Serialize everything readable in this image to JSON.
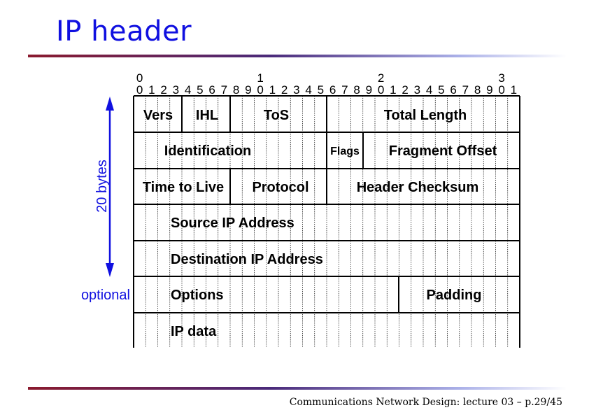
{
  "slide": {
    "title": "IP header",
    "footer": "Communications Network Design: lecture 03 – p.29/45",
    "title_color": "#1010e0",
    "rule_colors": [
      "#8a1a2e",
      "#4a2a7a",
      "#aab0e8"
    ]
  },
  "bit_ruler": {
    "tens": [
      "0",
      "1",
      "2",
      "3"
    ],
    "units": [
      "0",
      "1",
      "2",
      "3",
      "4",
      "5",
      "6",
      "7",
      "8",
      "9",
      "0",
      "1",
      "2",
      "3",
      "4",
      "5",
      "6",
      "7",
      "8",
      "9",
      "0",
      "1",
      "2",
      "3",
      "4",
      "5",
      "6",
      "7",
      "8",
      "9",
      "0",
      "1"
    ]
  },
  "fields": {
    "vers": "Vers",
    "ihl": "IHL",
    "tos": "ToS",
    "total_length": "Total Length",
    "identification": "Identification",
    "flags": "Flags",
    "fragment_offset": "Fragment Offset",
    "ttl": "Time to Live",
    "protocol": "Protocol",
    "header_checksum": "Header Checksum",
    "source_ip": "Source IP Address",
    "dest_ip": "Destination IP Address",
    "options": "Options",
    "padding": "Padding",
    "ip_data": "IP data"
  },
  "annotations": {
    "twenty_bytes": "20 bytes",
    "optional": "optional",
    "color": "#1010e0"
  }
}
